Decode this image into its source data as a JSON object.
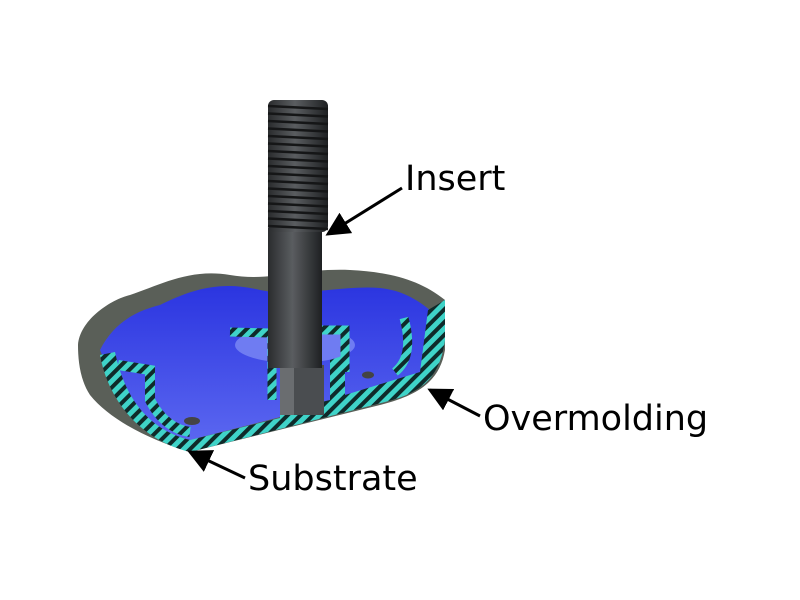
{
  "diagram": {
    "labels": {
      "insert": "Insert",
      "overmolding": "Overmolding",
      "substrate": "Substrate"
    },
    "colors": {
      "overmold_blue": "#2f3ee8",
      "substrate_cyan": "#3fd3c8",
      "insert_gray": "#3a3c3e",
      "shell_gray": "#5a5f58"
    }
  }
}
